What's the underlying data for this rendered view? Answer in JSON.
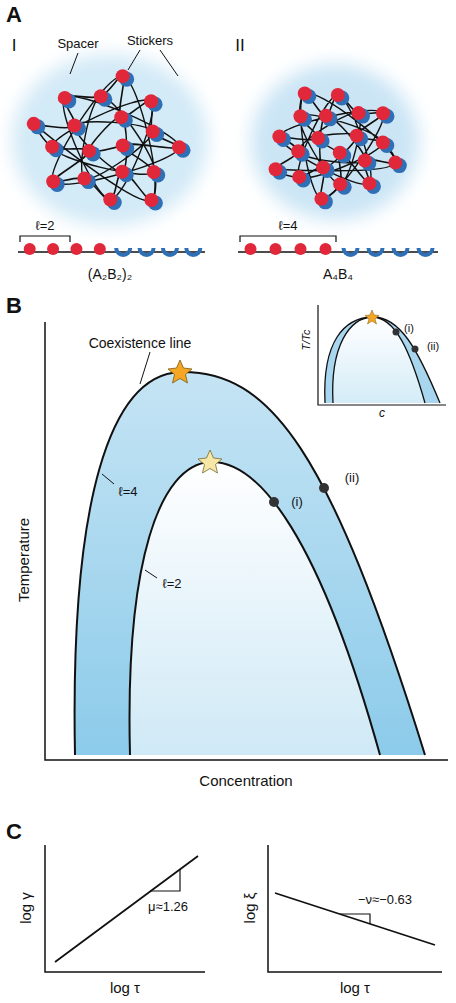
{
  "diagram": {
    "labels": [
      "A",
      "I",
      "Spacer",
      "Stickers",
      "II",
      "ℓ=2",
      "(A₂B₂)₂",
      "ℓ=4",
      "A₄B₄",
      "B",
      "Coexistence line",
      "ℓ=4",
      "ℓ=2",
      "(i)",
      "(ii)",
      "Temperature",
      "Concentration",
      "T/Tc",
      "c",
      "(i)",
      "(ii)",
      "C",
      "log γ",
      "μ≈1.26",
      "log τ",
      "log ξ",
      "−ν≈−0.63",
      "log τ"
    ]
  }
}
